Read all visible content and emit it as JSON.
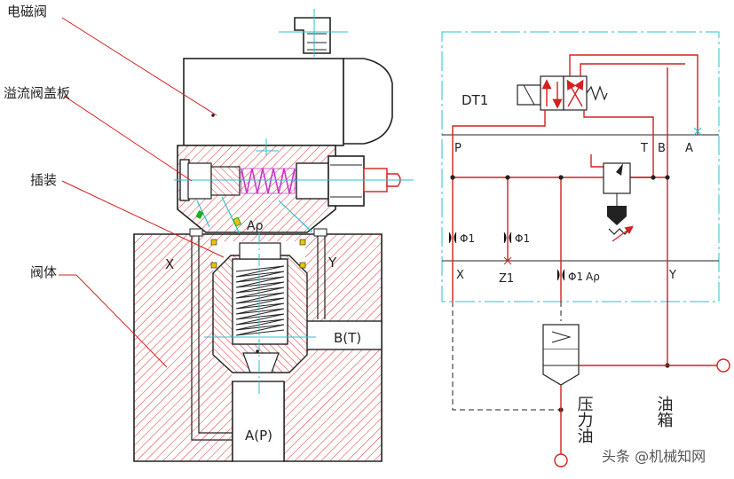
{
  "callouts": {
    "solenoid_valve": "电磁阀",
    "relief_cover": "溢流阀盖板",
    "cartridge": "插装",
    "valve_body": "阀体"
  },
  "section_labels": {
    "area": "Aρ",
    "x_port": "X",
    "y_port": "Y",
    "b_port": "B(T)",
    "a_port": "A(P)"
  },
  "schematic": {
    "dt1": "DT1",
    "p": "P",
    "t": "T",
    "b": "B",
    "a": "A",
    "orifice1": "Φ1",
    "orifice2": "Φ1",
    "orifice3": "Φ1",
    "orifice3_suffix": "Aρ",
    "x": "X",
    "z1": "Z1",
    "y": "Y",
    "pressure_oil": "压力油",
    "tank": "油箱"
  },
  "watermark": "头条 @机械知网",
  "colors": {
    "red": "#d42020",
    "hatch": "#e03030",
    "dark": "#222222",
    "cyan": "#2bc0d0",
    "magenta": "#cc33cc",
    "green": "#22aa22",
    "yellow": "#e8c400"
  }
}
